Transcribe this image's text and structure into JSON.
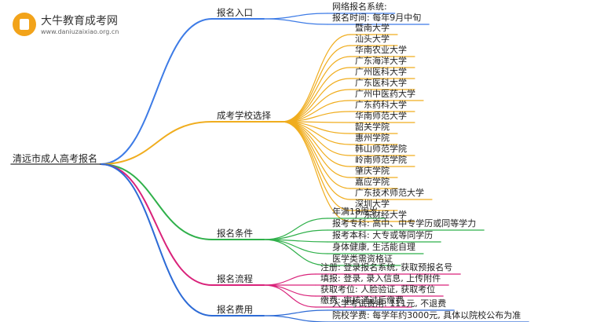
{
  "logo": {
    "icon": "book-icon",
    "title": "大牛教育成考网",
    "subtitle": "www.daniuzaixiao.org.cn"
  },
  "root": "清远市成人高考报名",
  "branches": [
    {
      "label": "报名入口",
      "color": "#3d7be6",
      "items": [
        "网络报名系统:",
        "报名时间: 每年9月中旬"
      ]
    },
    {
      "label": "成考学校选择",
      "color": "#f0ad1e",
      "items": [
        "暨南大学",
        "汕头大学",
        "华南农业大学",
        "广东海洋大学",
        "广州医科大学",
        "广东医科大学",
        "广州中医药大学",
        "广东药科大学",
        "华南师范大学",
        "韶关学院",
        "惠州学院",
        "韩山师范学院",
        "岭南师范学院",
        "肇庆学院",
        "嘉应学院",
        "广东技术师范大学",
        "深圳大学",
        "广东财经大学"
      ]
    },
    {
      "label": "报名条件",
      "color": "#2fb04a",
      "items": [
        "年满18周岁",
        "报考专科: 高中、中专学历或同等学力",
        "报考本科: 大专或等同学历",
        "身体健康, 生活能自理",
        "医学类需资格证"
      ]
    },
    {
      "label": "报名流程",
      "color": "#d9227a",
      "items": [
        "注册: 登录报名系统, 获取预报名号",
        "填报: 登录, 录入信息, 上传附件",
        "获取考位: 人脸验证, 获取考位",
        "缴费: 审核通过后缴费"
      ]
    },
    {
      "label": "报名费用",
      "color": "#2d6bd6",
      "items": [
        "入学考试费用: 111元, 不退费",
        "院校学费: 每学年约3000元, 具体以院校公布为准"
      ]
    }
  ]
}
